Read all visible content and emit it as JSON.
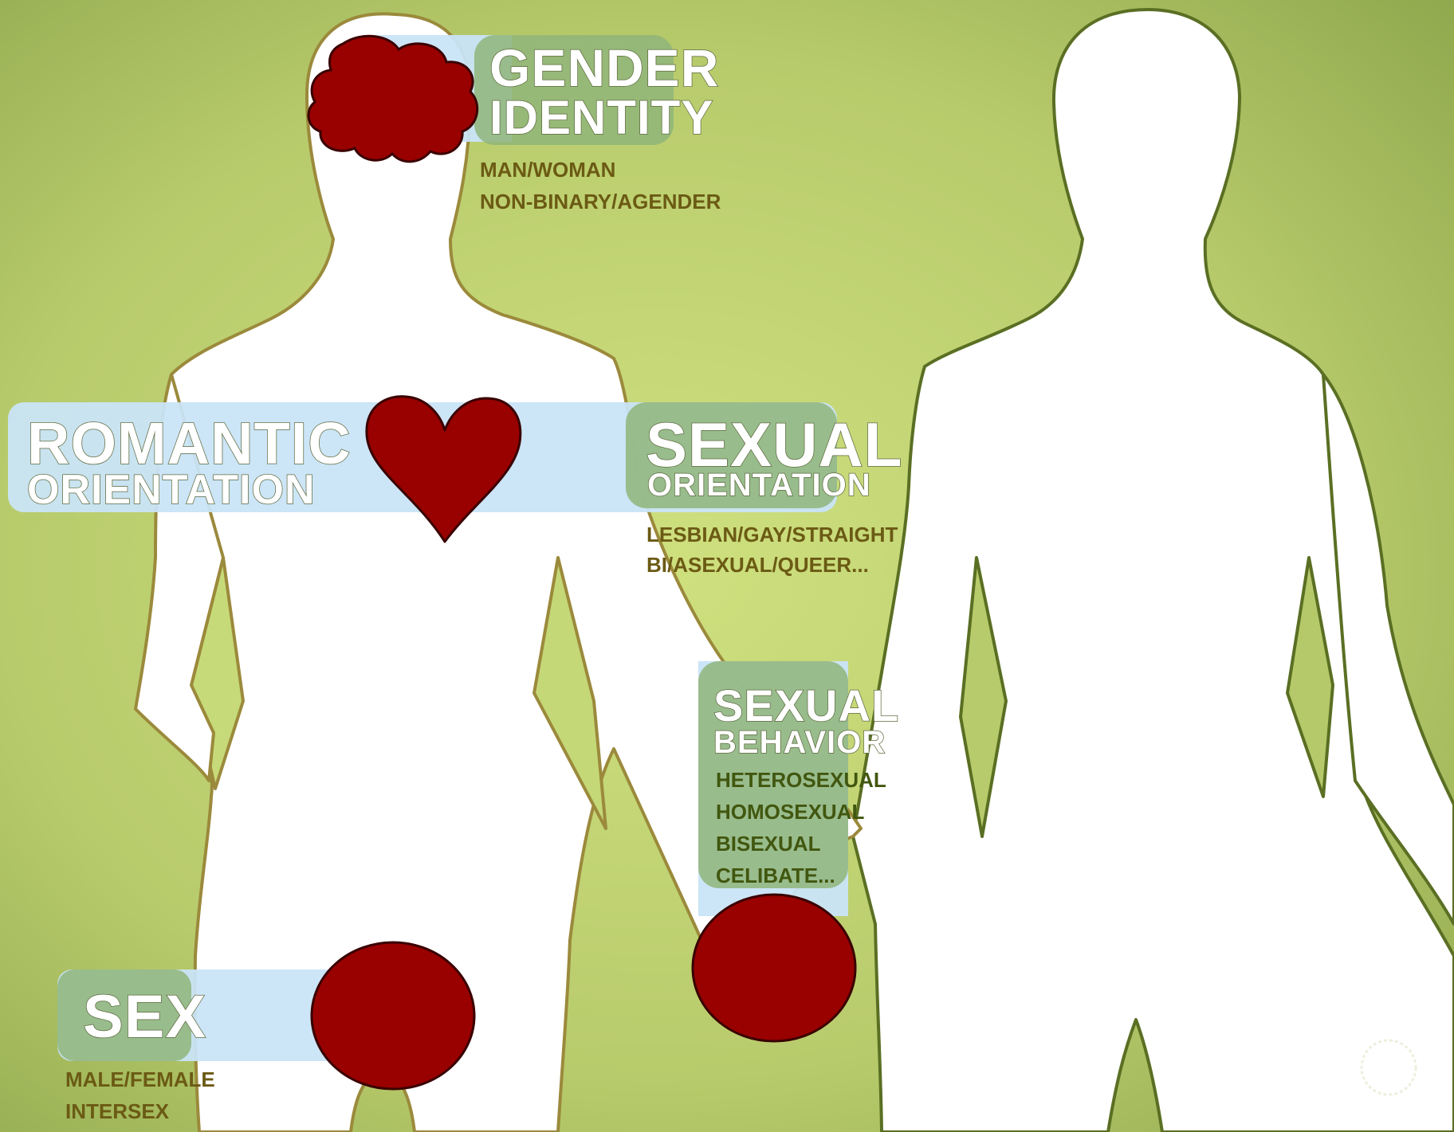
{
  "colors": {
    "background_center": "#cfe07f",
    "background_edge": "#8fa84d",
    "figure_fill": "#ffffff",
    "figure_left_outline": "#9b8a3c",
    "figure_right_outline": "#5a6f23",
    "organ_red": "#990000",
    "band_blue": "#c9e4f7",
    "band_green": "#8fb57a",
    "detail_brown": "#6b5a14",
    "detail_dark_green": "#41570f"
  },
  "labels": {
    "gender_identity": {
      "title_line1": "GENDER",
      "title_line2": "IDENTITY",
      "detail_line1": "MAN/WOMAN",
      "detail_line2": "NON-BINARY/AGENDER",
      "icon": "brain-icon"
    },
    "romantic_orientation": {
      "title_line1": "ROMANTIC",
      "title_line2": "ORIENTATION",
      "icon": "heart-icon"
    },
    "sexual_orientation": {
      "title_line1": "SEXUAL",
      "title_line2": "ORIENTATION",
      "detail_line1": "LESBIAN/GAY/STRAIGHT",
      "detail_line2": "BI/ASEXUAL/QUEER..."
    },
    "sexual_behavior": {
      "title_line1": "SEXUAL",
      "title_line2": "BEHAVIOR",
      "detail_lines": [
        "HETEROSEXUAL",
        "HOMOSEXUAL",
        "BISEXUAL",
        "CELIBATE..."
      ],
      "icon": "hands-circle-icon"
    },
    "sex": {
      "title": "SEX",
      "detail_line1": "MALE/FEMALE",
      "detail_line2": "INTERSEX",
      "icon": "pelvis-circle-icon"
    }
  },
  "logo": {
    "icon": "crossed-tools-wreath-icon"
  }
}
